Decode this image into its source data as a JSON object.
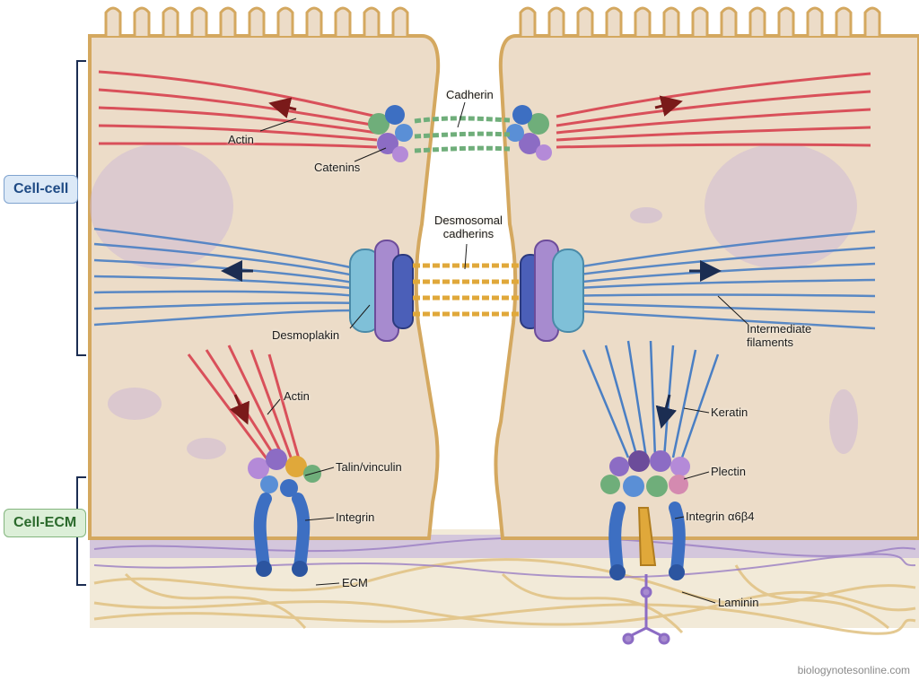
{
  "groups": {
    "cell_cell": "Cell-cell",
    "cell_ecm": "Cell-ECM"
  },
  "labels": {
    "cadherin": "Cadherin",
    "actin_top": "Actin",
    "catenins": "Catenins",
    "desmosomal_line1": "Desmosomal",
    "desmosomal_line2": "cadherins",
    "desmoplakin": "Desmoplakin",
    "intermediate_line1": "Intermediate",
    "intermediate_line2": "filaments",
    "actin_bottom": "Actin",
    "talin_vinculin": "Talin/vinculin",
    "integrin": "Integrin",
    "ecm": "ECM",
    "keratin": "Keratin",
    "plectin": "Plectin",
    "integrin_a6b4": "Integrin α6β4",
    "laminin": "Laminin"
  },
  "watermark": "biologynotesonline.com",
  "colors": {
    "cytoplasm": "#ecdcc8",
    "membrane": "#d4a85f",
    "actin": "#d9505a",
    "intermediate": "#4a7fc4",
    "cadherin": "#6fae7a",
    "desmo_cadherin": "#e0a83a",
    "ecm_purple": "#a78bcf",
    "ecm_fiber": "#e6c88f",
    "integrin": "#3d6fc2"
  }
}
